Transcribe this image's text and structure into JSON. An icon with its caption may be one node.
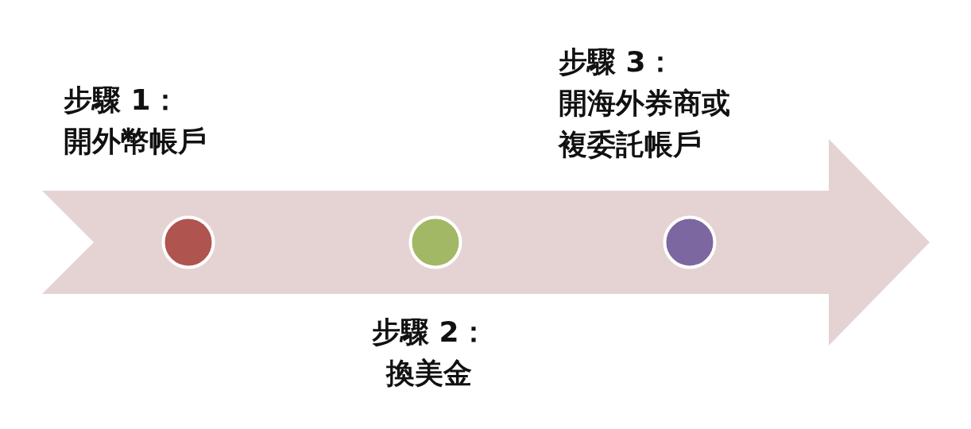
{
  "diagram": {
    "nodes": [
      {
        "text": [],
        "shape": "arrow"
      },
      {
        "text": [],
        "shape": "circle",
        "in": 0,
        "beside": [
          "步驟 1：",
          "開外幣帳戶"
        ]
      },
      {
        "text": [],
        "shape": "circle",
        "in": 0,
        "beside": [
          "步驟 2：",
          "換美金"
        ]
      },
      {
        "text": [],
        "shape": "circle",
        "in": 0,
        "beside": [
          "步驟 3：",
          "開海外券商或複委託帳戶"
        ]
      }
    ],
    "edges": []
  }
}
